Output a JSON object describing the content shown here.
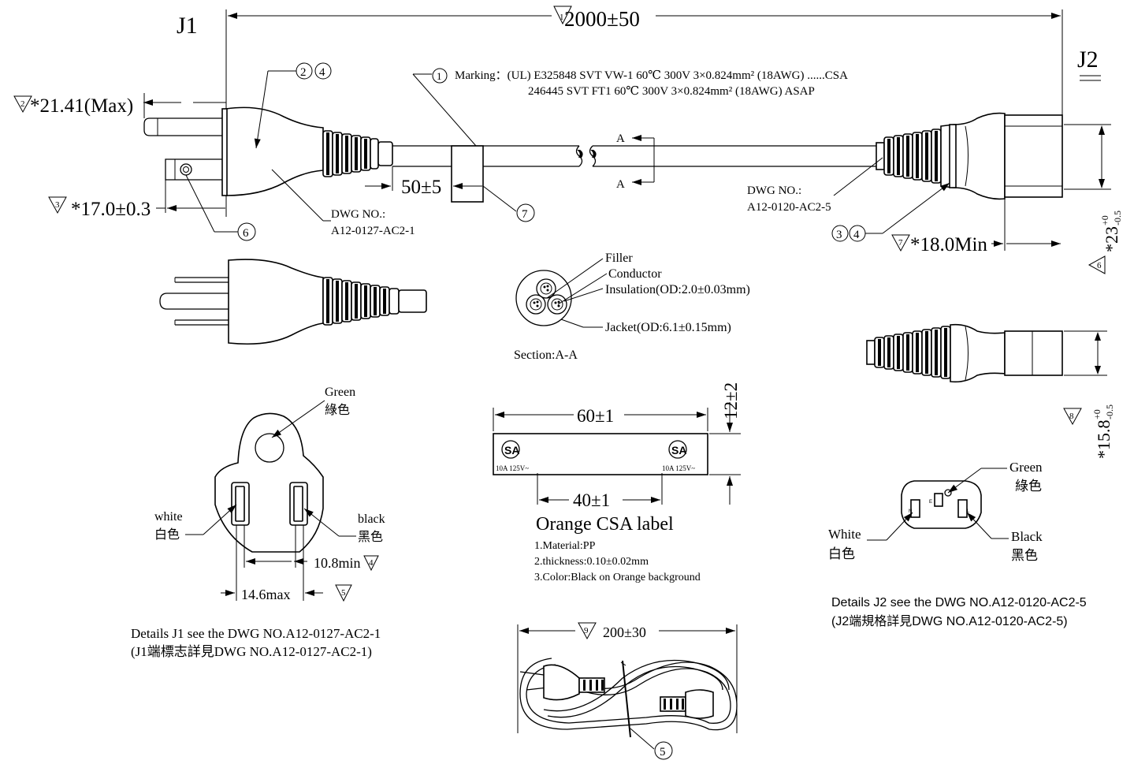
{
  "labels": {
    "j1": "J1",
    "j2": "J2",
    "length_num": "1",
    "length": "2000±50",
    "dim_2_num": "2",
    "dim_2": "*21.41(Max)",
    "dim_3_num": "3",
    "dim_3": "*17.0±0.3",
    "balloon_2": "2",
    "balloon_4": "4",
    "balloon_6": "6",
    "balloon_7": "7",
    "balloon_1": "1",
    "balloon_3": "3",
    "balloon_4b": "4",
    "balloon_5": "5",
    "j1_dwg_title": "DWG NO.:",
    "j1_dwg_no": "A12-0127-AC2-1",
    "j2_dwg_title": "DWG NO.:",
    "j2_dwg_no": "A12-0120-AC2-5",
    "marking_line1": "Marking：(UL) E325848 SVT VW-1 60℃ 300V 3×0.824mm² (18AWG) ......CSA",
    "marking_line2": "246445  SVT  FT1 60℃ 300V 3×0.824mm² (18AWG)  ASAP",
    "section_a_top": "A",
    "section_a_bottom": "A",
    "dim_50": "50±5",
    "dim_7_num": "7",
    "dim_18": "*18.0Min",
    "dim_23": "*23",
    "dim_23_tol_plus": "+0",
    "dim_23_tol_minus": "-0.5",
    "dim_6_num": "6",
    "filler": "Filler",
    "conductor": "Conductor",
    "insulation": "Insulation(OD:2.0±0.03mm)",
    "jacket": "Jacket(OD:6.1±0.15mm)",
    "section_title": "Section:A-A",
    "dim_15_8": "*15.8",
    "dim_15_8_tol_plus": "+0",
    "dim_15_8_tol_minus": "-0.5",
    "dim_8_num": "8",
    "label_60": "60±1",
    "label_12": "12±2",
    "label_40": "40±1",
    "csa_rating_left": "10A 125V~",
    "csa_rating_right": "10A 125V~",
    "csa_label_title": "Orange CSA label",
    "csa_note1": "1.Material:PP",
    "csa_note2": "2.thickness:0.10±0.02mm",
    "csa_note3": "3.Color:Black on Orange background",
    "j1_green_en": "Green",
    "j1_green_cn": "綠色",
    "j1_white_en": "white",
    "j1_white_cn": "白色",
    "j1_black_en": "black",
    "j1_black_cn": "黑色",
    "dim_10_8": "10.8min",
    "dim_4_num": "4",
    "dim_14_6": "14.6max",
    "dim_5_num": "5",
    "j1_details_1": "Details J1 see the DWG NO.A12-0127-AC2-1",
    "j1_details_2": "(J1端標志詳見DWG NO.A12-0127-AC2-1)",
    "j2_green_en": "Green",
    "j2_green_cn": "綠色",
    "j2_white_en": "White",
    "j2_white_cn": "白色",
    "j2_black_en": "Black",
    "j2_black_cn": "黑色",
    "j2_pin_n": "N",
    "j2_pin_e": "E",
    "j2_pin_l": "L",
    "j2_details_1": "Details J2 see the DWG NO.A12-0120-AC2-5",
    "j2_details_2": "(J2端規格詳見DWG NO.A12-0120-AC2-5)",
    "dim_9_num": "9",
    "dim_200": "200±30",
    "csa_logo": "SA"
  }
}
